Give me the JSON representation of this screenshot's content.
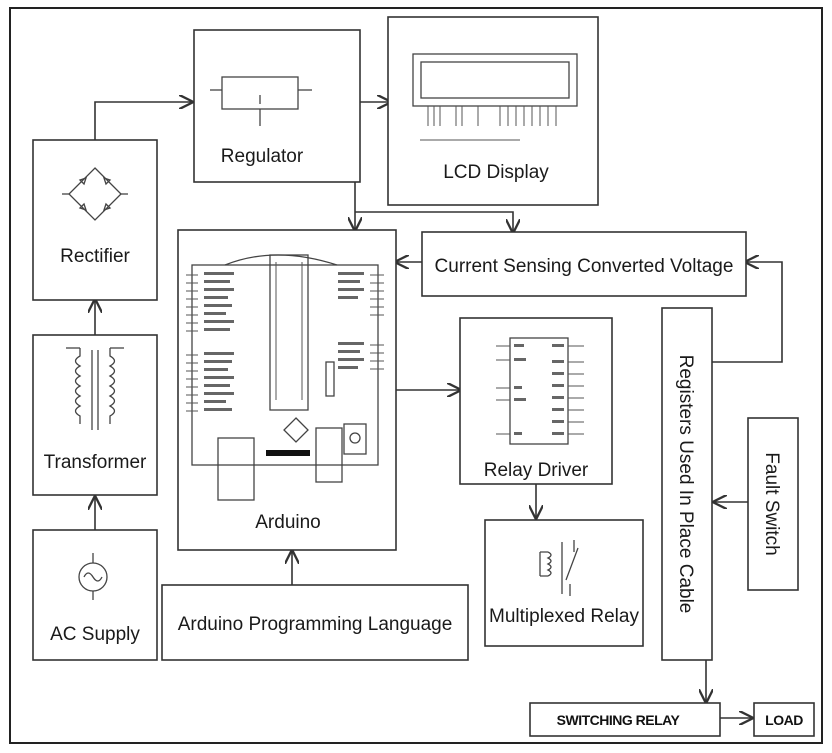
{
  "blocks": {
    "regulator": "Regulator",
    "lcd_display": "LCD Display",
    "rectifier": "Rectifier",
    "transformer": "Transformer",
    "ac_supply": "AC Supply",
    "arduino": "Arduino",
    "arduino_programming_language": "Arduino Programming Language",
    "current_sensing": "Current Sensing Converted Voltage",
    "relay_driver": "Relay Driver",
    "multiplexed_relay": "Multiplexed Relay",
    "registers_cable": "Registers Used In Place Cable",
    "fault_switch": "Fault Switch",
    "switching_relay": "SWITCHING RELAY",
    "load": "LOAD"
  },
  "colors": {
    "line": "#333333",
    "background": "#ffffff"
  }
}
